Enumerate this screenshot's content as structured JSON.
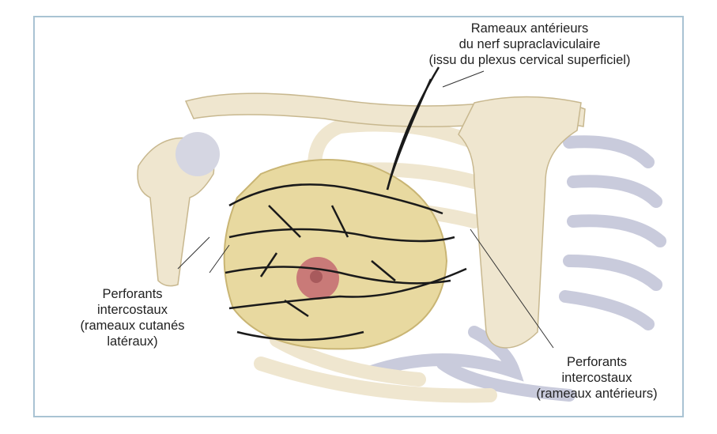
{
  "labels": {
    "supraclavicular": [
      "Rameaux antérieurs",
      "du nerf supraclaviculaire",
      "(issu du plexus cervical superficiel)"
    ],
    "lateral": [
      "Perforants",
      "intercostaux",
      "(rameaux cutanés",
      "latéraux)"
    ],
    "anterior": [
      "Perforants",
      "intercostaux",
      "(rameaux antérieurs)"
    ]
  },
  "colors": {
    "frame": "#a9c3d3",
    "bone": "#efe6cf",
    "cartilage": "#c9cbdc",
    "breast": "#e8d9a0",
    "areola": "#c97a78",
    "nerve": "#1a1a1a"
  }
}
